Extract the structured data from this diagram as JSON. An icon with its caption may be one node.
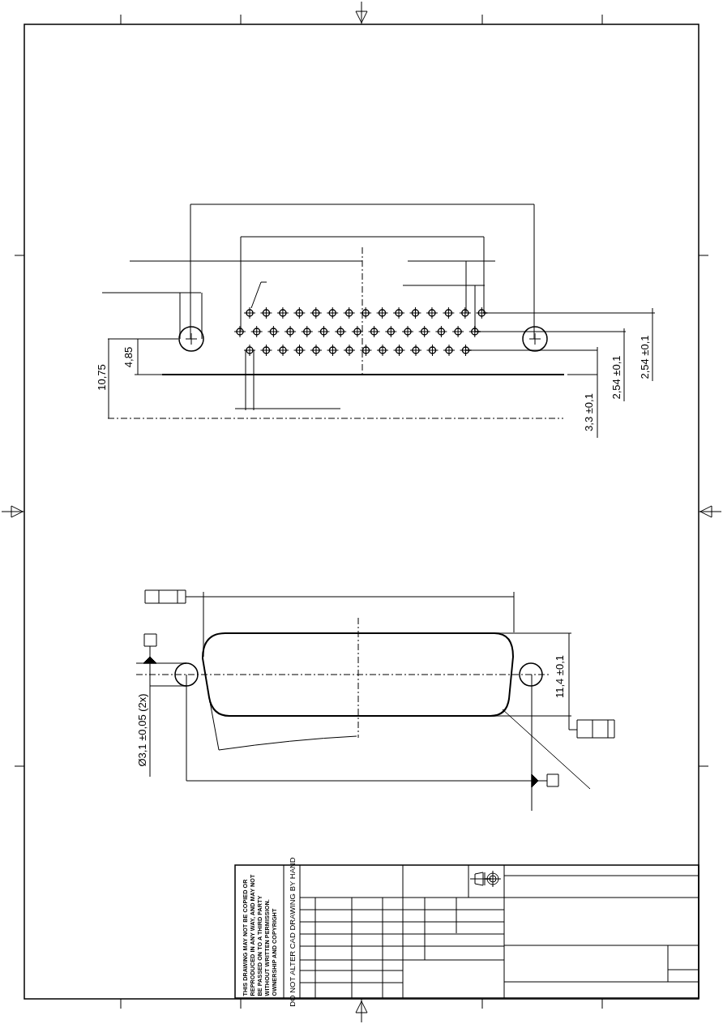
{
  "diagram": {
    "labels": [
      "10,75",
      "4,85",
      "2,54 ±0,1",
      "2,54 ±0,1",
      "3,3 ±0,1",
      "11,4 ±0,1",
      "Ø3,1 ±0,05 (2x)",
      "THIS DRAWING MAY NOT BE COPIED OR REPRODUCED IN ANY WAY, AND MAY NOT BE PASSED ON TO A THIRD PARTY WITHOUT WRITTEN PERMISSION. OWNERSHIP AND COPYRIGHT",
      "DO NOT ALTER CAD DRAWING BY HAND"
    ]
  }
}
